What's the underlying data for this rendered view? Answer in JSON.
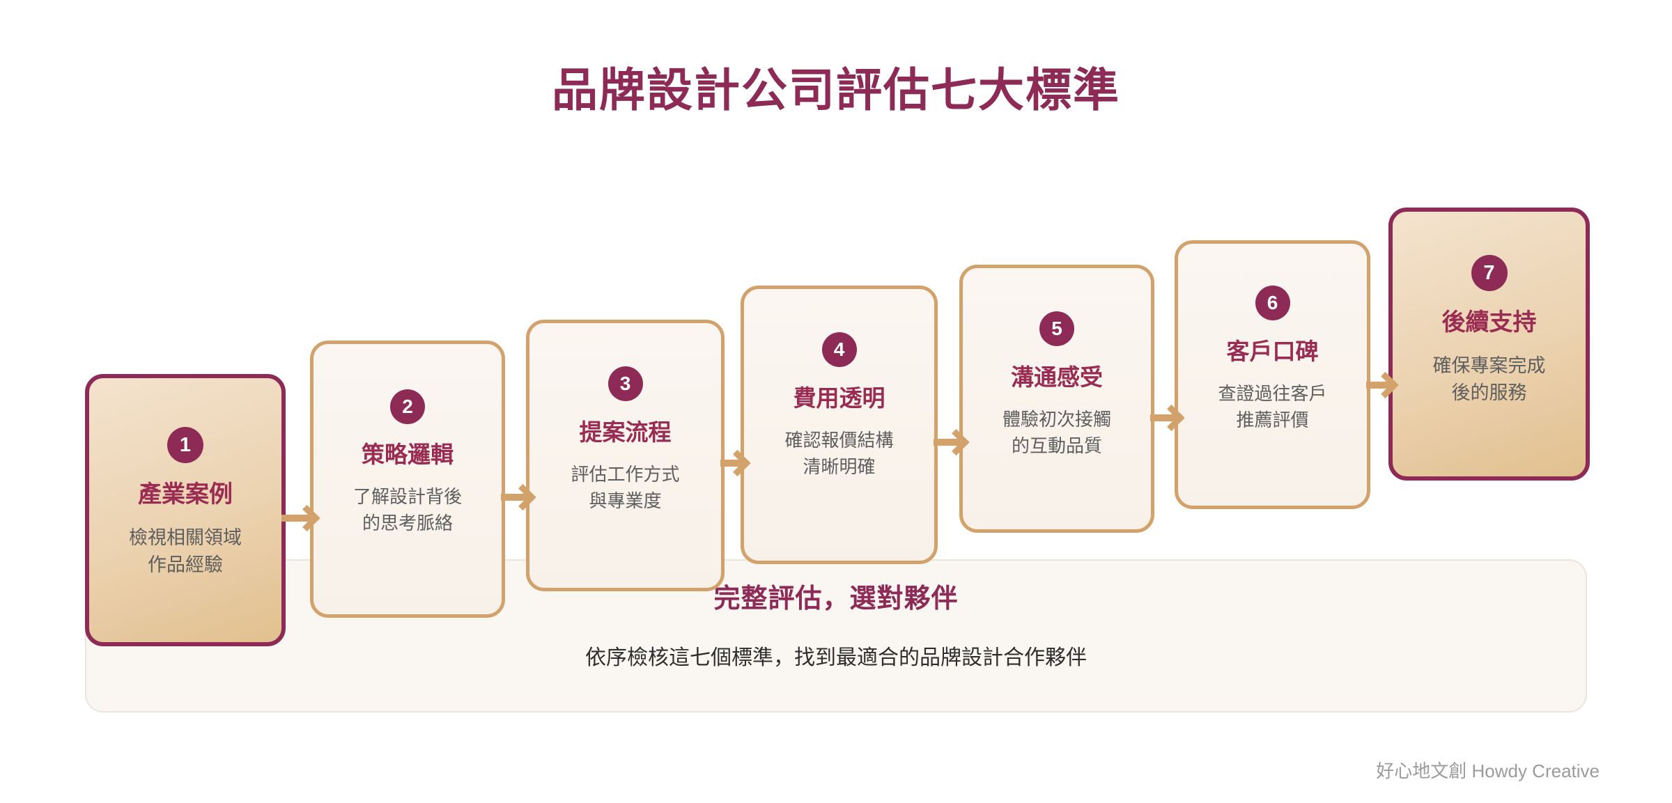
{
  "title": "品牌設計公司評估七大標準",
  "colors": {
    "accent_maroon": "#8E2A56",
    "title_maroon": "#9A2B52",
    "gold_border": "#D3A26A",
    "card_tan_fill": "#EBD2B0",
    "card_cream_fill": "#FAF5F0",
    "panel_bg": "#FAF6F1",
    "body_text": "#5E5E5E",
    "footer_text": "#9B9B9B",
    "background": "#FFFFFF"
  },
  "steps": [
    {
      "number": "1",
      "title": "產業案例",
      "desc_line1": "檢視相關領域",
      "desc_line2": "作品經驗",
      "style": "accent"
    },
    {
      "number": "2",
      "title": "策略邏輯",
      "desc_line1": "了解設計背後",
      "desc_line2": "的思考脈絡",
      "style": "plain"
    },
    {
      "number": "3",
      "title": "提案流程",
      "desc_line1": "評估工作方式",
      "desc_line2": "與專業度",
      "style": "plain"
    },
    {
      "number": "4",
      "title": "費用透明",
      "desc_line1": "確認報價結構",
      "desc_line2": "清晰明確",
      "style": "plain"
    },
    {
      "number": "5",
      "title": "溝通感受",
      "desc_line1": "體驗初次接觸",
      "desc_line2": "的互動品質",
      "style": "plain"
    },
    {
      "number": "6",
      "title": "客戶口碑",
      "desc_line1": "查證過往客戶",
      "desc_line2": "推薦評價",
      "style": "plain"
    },
    {
      "number": "7",
      "title": "後續支持",
      "desc_line1": "確保專案完成",
      "desc_line2": "後的服務",
      "style": "accent"
    }
  ],
  "summary": {
    "heading": "完整評估，選對夥伴",
    "text": "依序檢核這七個標準，找到最適合的品牌設計合作夥伴"
  },
  "footer": {
    "credit": "好心地文創 Howdy Creative"
  }
}
